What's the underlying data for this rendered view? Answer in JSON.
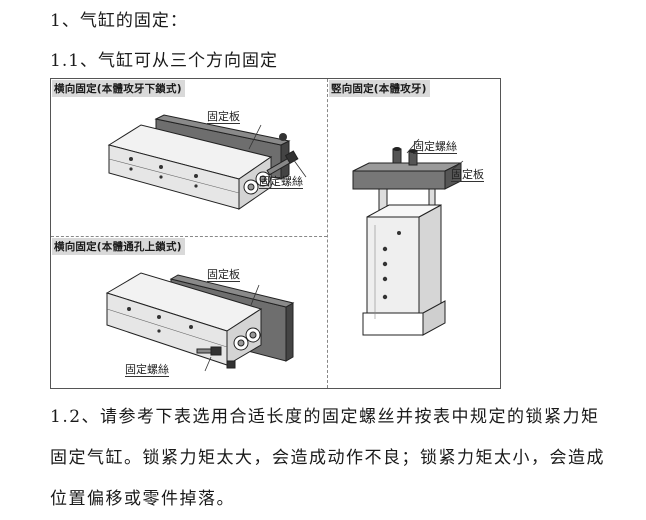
{
  "section_heading": "1、气缸的固定：",
  "subheading": "1.1、气缸可从三个方向固定",
  "figure": {
    "panel_horizontal_tapped": {
      "title": "横向固定(本體攻牙下鎖式)",
      "plate_label": "固定板",
      "screw_label": "固定螺絲"
    },
    "panel_vertical": {
      "title": "竪向固定(本體攻牙)",
      "screw_label": "固定螺絲",
      "plate_label": "固定板"
    },
    "panel_horizontal_through": {
      "title": "横向固定(本體通孔上鎖式)",
      "plate_label": "固定板",
      "screw_label": "固定螺絲"
    }
  },
  "paragraph_lines": [
    "1.2、请参考下表选用合适长度的固定螺丝并按表中规定的锁紧力矩",
    "固定气缸。锁紧力矩太大，会造成动作不良；锁紧力矩太小，会造成",
    "位置偏移或零件掉落。"
  ]
}
